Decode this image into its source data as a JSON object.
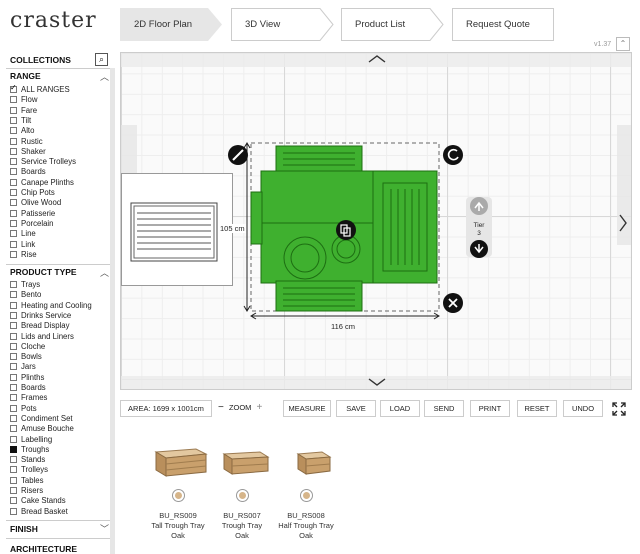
{
  "header": {
    "logo": "craster",
    "steps": [
      "2D Floor Plan",
      "3D View",
      "Product List",
      "Request Quote"
    ],
    "version": "v1.37"
  },
  "sidebar": {
    "collections_title": "COLLECTIONS",
    "range_title": "RANGE",
    "range_items": [
      "ALL RANGES",
      "Flow",
      "Fare",
      "Tilt",
      "Alto",
      "Rustic",
      "Shaker",
      "Service Trolleys",
      "Boards",
      "Canape Plinths",
      "Chip Pots",
      "Olive Wood",
      "Patisserie",
      "Porcelain",
      "Line",
      "Link",
      "Rise"
    ],
    "range_checked": "ALL RANGES",
    "product_type_title": "PRODUCT TYPE",
    "product_type_items": [
      "Trays",
      "Bento",
      "Heating and Cooling",
      "Drinks Service",
      "Bread Display",
      "Lids and Liners",
      "Cloche",
      "Bowls",
      "Jars",
      "Plinths",
      "Boards",
      "Frames",
      "Pots",
      "Condiment Set",
      "Amuse Bouche",
      "Labelling",
      "Troughs",
      "Stands",
      "Trolleys",
      "Tables",
      "Risers",
      "Cake Stands",
      "Bread Basket"
    ],
    "product_type_selected": "Troughs",
    "finish_title": "FINISH",
    "next_title": "ARCHITECTURE"
  },
  "canvas": {
    "height_measure": "105 cm",
    "width_measure": "116 cm",
    "tier_label": "Tier",
    "tier_value": "3"
  },
  "toolbar": {
    "area": "AREA: 1699 x 1001cm",
    "zoom": "ZOOM",
    "measure": "MEASURE",
    "save": "SAVE",
    "load": "LOAD",
    "send": "SEND",
    "print": "PRINT",
    "reset": "RESET",
    "undo": "UNDO"
  },
  "products": [
    {
      "code": "BU_RS009",
      "name": "Tall Trough Tray",
      "finish": "Oak"
    },
    {
      "code": "BU_RS007",
      "name": "Trough Tray",
      "finish": "Oak"
    },
    {
      "code": "BU_RS008",
      "name": "Half Trough Tray",
      "finish": "Oak"
    }
  ],
  "colors": {
    "accent_green": "#3fb02f",
    "dark": "#111111"
  }
}
